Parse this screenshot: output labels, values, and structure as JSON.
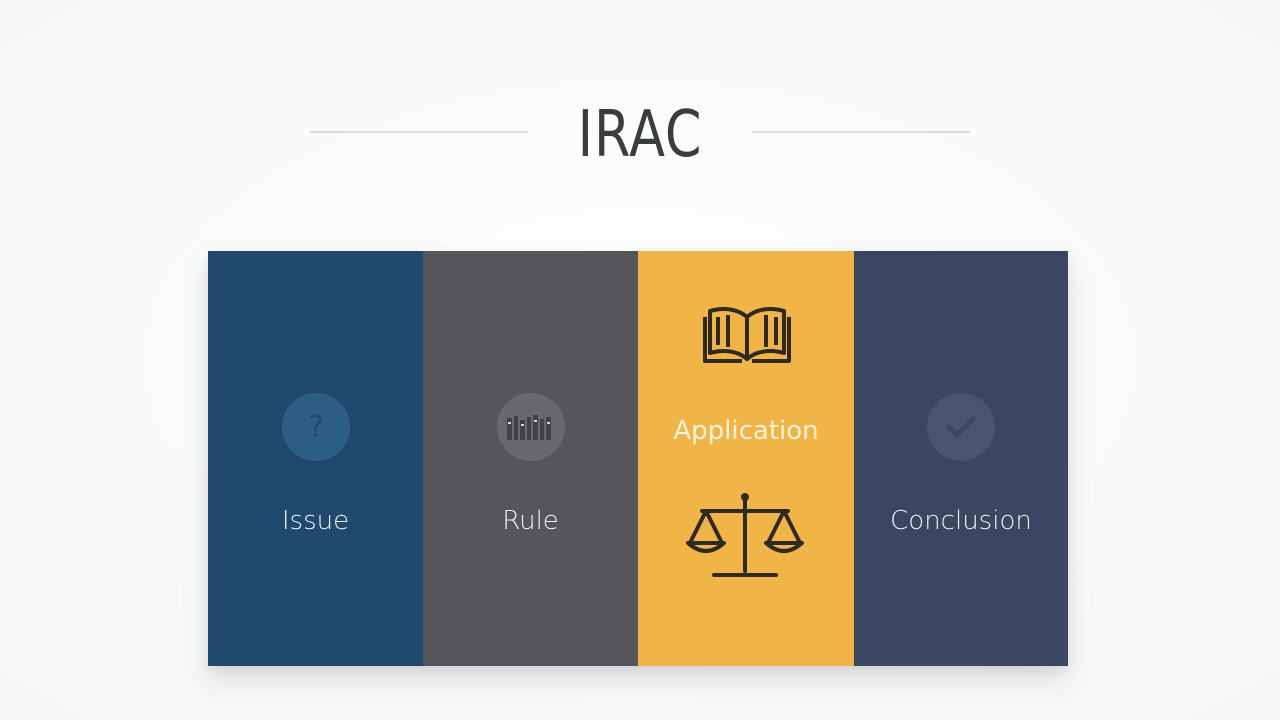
{
  "header": {
    "title": "IRAC"
  },
  "panels": [
    {
      "label": "Issue",
      "icon": "question-icon",
      "color": "#1f4a6d"
    },
    {
      "label": "Rule",
      "icon": "books-icon",
      "color": "#545659"
    },
    {
      "label": "Application",
      "icon": "open-book-icon",
      "color": "#f1b547"
    },
    {
      "label": "Conclusion",
      "icon": "checkmark-icon",
      "color": "#3b4660"
    }
  ],
  "application_extra_icon": "scales-of-justice-icon"
}
